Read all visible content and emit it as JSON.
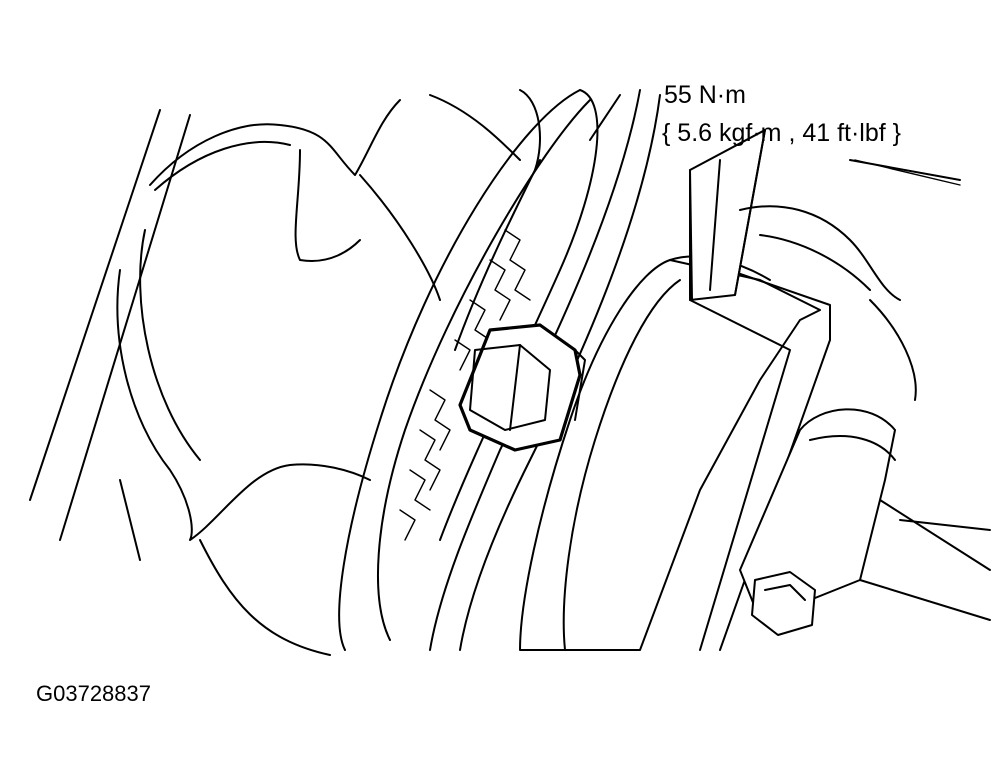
{
  "annotation": {
    "torque_value": "55 N·m",
    "torque_alt_units": "{ 5.6 kgf·m , 41 ft·lbf }"
  },
  "figure_id": "G03728837",
  "icons": [
    "torque-wrench-icon",
    "nut-icon",
    "hex-bolt-icon"
  ]
}
